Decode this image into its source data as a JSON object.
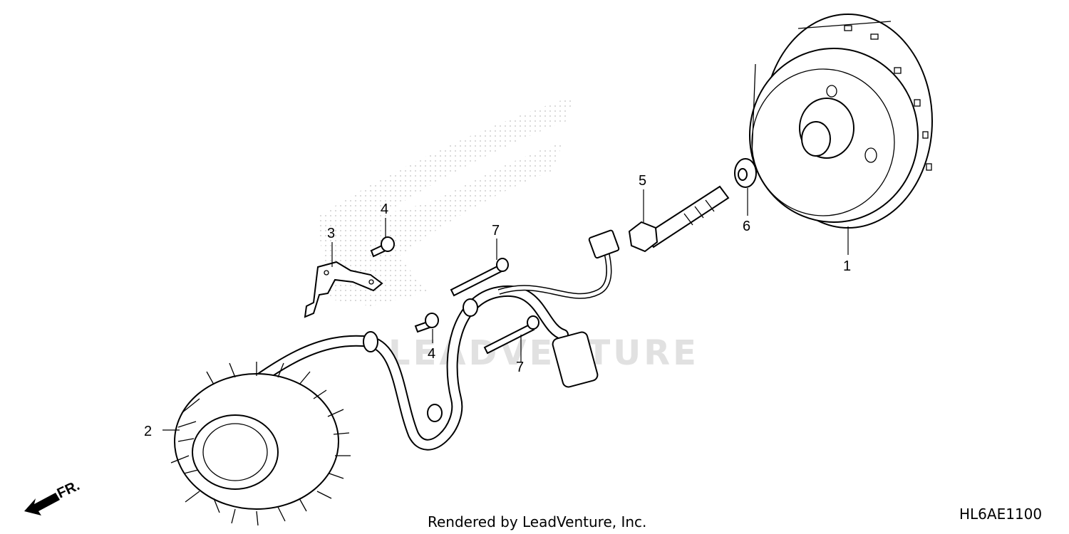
{
  "diagram": {
    "callouts": [
      {
        "id": "1",
        "label": "1"
      },
      {
        "id": "2",
        "label": "2"
      },
      {
        "id": "3",
        "label": "3"
      },
      {
        "id": "4a",
        "label": "4"
      },
      {
        "id": "4b",
        "label": "4"
      },
      {
        "id": "5",
        "label": "5"
      },
      {
        "id": "6",
        "label": "6"
      },
      {
        "id": "7a",
        "label": "7"
      },
      {
        "id": "7b",
        "label": "7"
      }
    ],
    "direction_label": "FR.",
    "footer_text": "Rendered by LeadVenture, Inc.",
    "diagram_code": "HL6AE1100",
    "watermark_text": "LEADVENTURE"
  }
}
